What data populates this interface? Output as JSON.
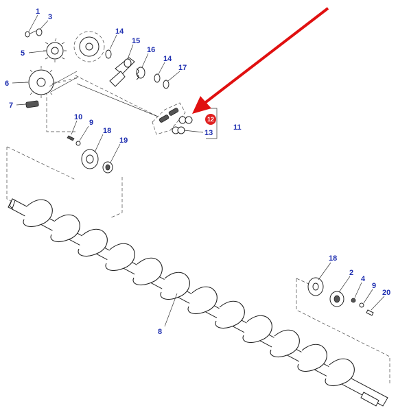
{
  "diagram": {
    "labels": {
      "l1": "1",
      "l3": "3",
      "l5": "5",
      "l6": "6",
      "l7": "7",
      "l14a": "14",
      "l15": "15",
      "l16": "16",
      "l14b": "14",
      "l17": "17",
      "l10": "10",
      "l9a": "9",
      "l18a": "18",
      "l19": "19",
      "l11": "11",
      "l13": "13",
      "l8": "8",
      "l18b": "18",
      "l2": "2",
      "l4": "4",
      "l9b": "9",
      "l20": "20"
    },
    "highlight": {
      "label": "12",
      "color": "#e02020"
    },
    "arrow_color": "#e01010",
    "label_color": "#1f2fb0"
  }
}
